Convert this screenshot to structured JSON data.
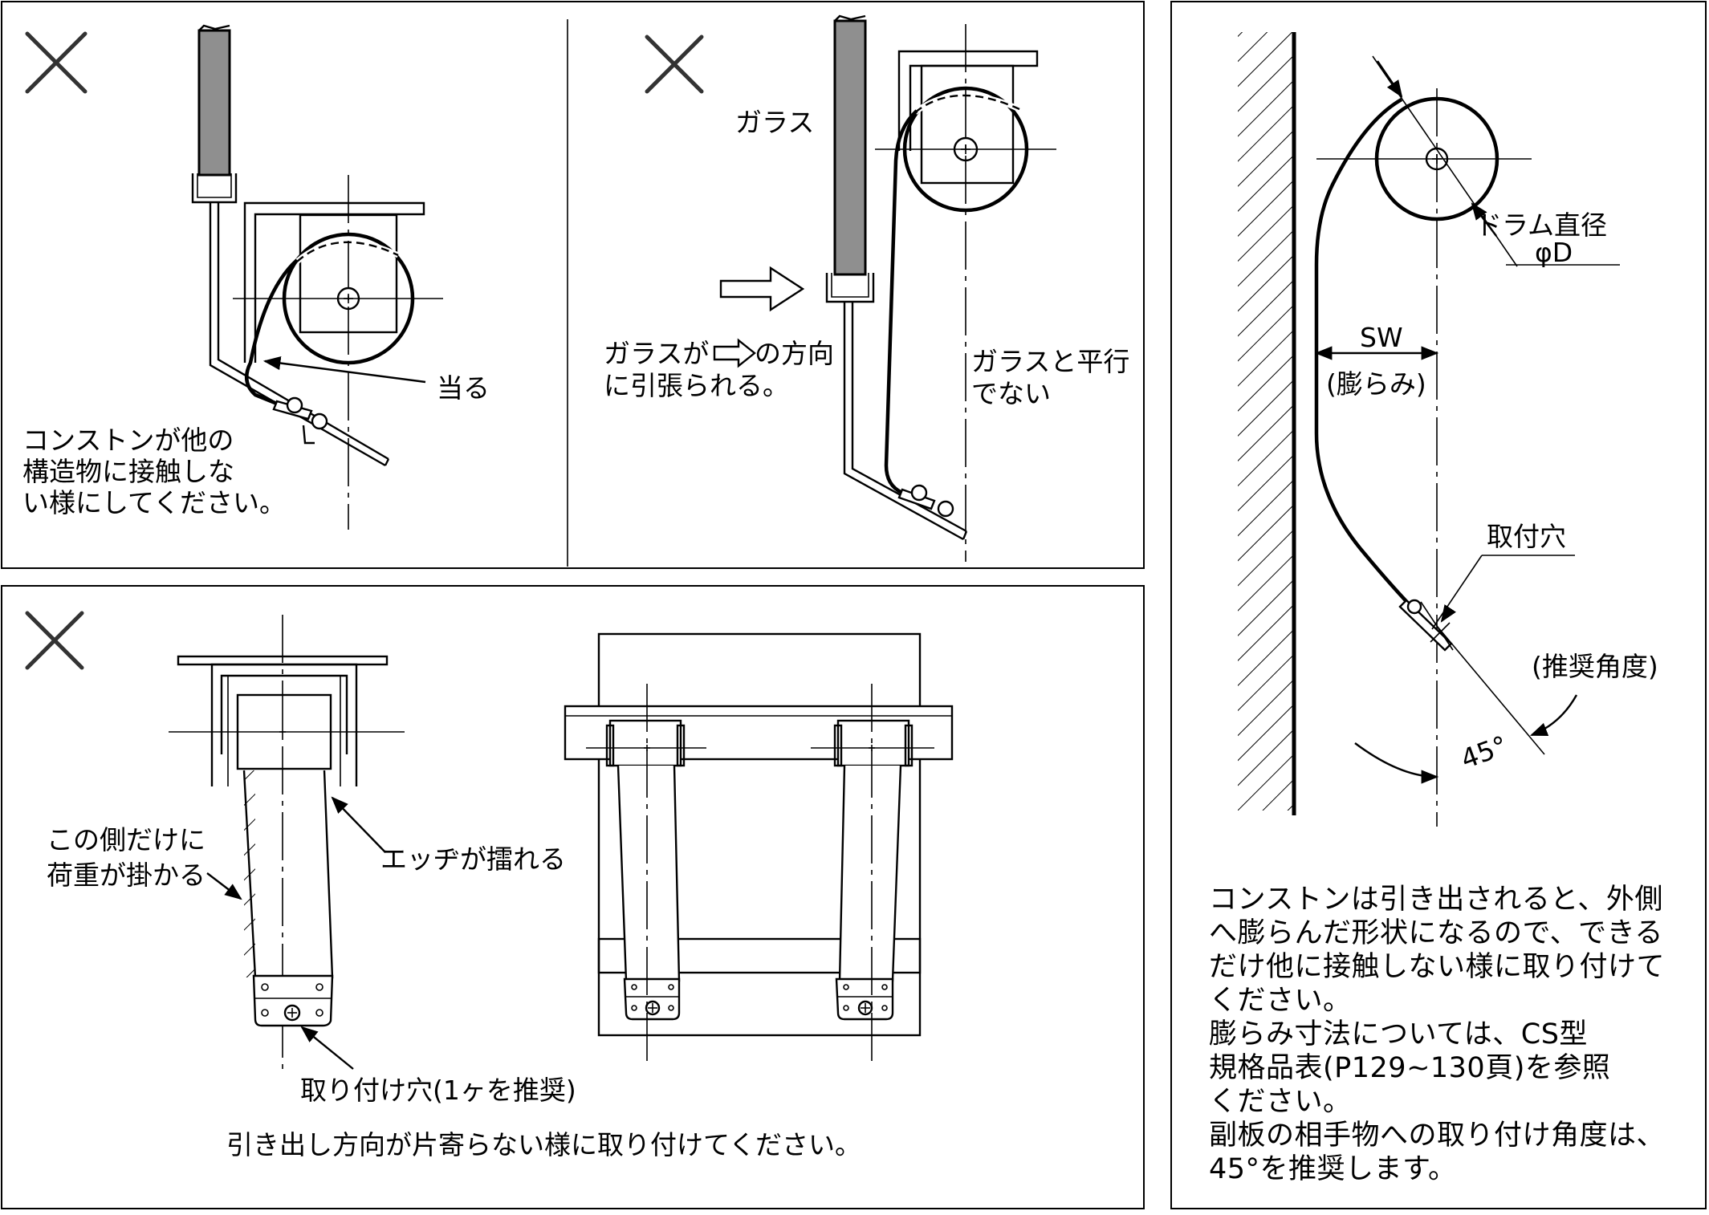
{
  "panel_a": {
    "label_contact": "当る",
    "note_line1": "コンストンが他の",
    "note_line2": "構造物に接触しな",
    "note_line3": "い様にしてください。"
  },
  "panel_b": {
    "label_glass": "ガラス",
    "note_pull_a": "ガラスが",
    "note_pull_b": "の方向",
    "note_pull_line2": "に引張られる。",
    "label_notparallel_line1": "ガラスと平行",
    "label_notparallel_line2": "でない"
  },
  "panel_c": {
    "label_load_line1": "この側だけに",
    "label_load_line2": "荷重が掛かる",
    "label_edge": "エッヂが擂れる",
    "label_hole": "取り付け穴(1ヶを推奨)",
    "caption": "引き出し方向が片寄らない様に取り付けてください。"
  },
  "panel_d": {
    "label_drum_line1": "ドラム直径",
    "label_drum_line2": "φD",
    "label_sw": "SW",
    "label_bulge": "(膨らみ)",
    "label_hole": "取付穴",
    "label_angle_note": "(推奨角度)",
    "label_angle": "45°",
    "note_lines": [
      "コンストンは引き出されると、外側",
      "へ膨らんだ形状になるので、できる",
      "だけ他に接触しない様に取り付けて",
      "ください。",
      "膨らみ寸法については、CS型",
      "規格品表(P129~130頁)を参照",
      "ください。",
      "副板の相手物への取り付け角度は、",
      "45°を推奨します。"
    ]
  }
}
